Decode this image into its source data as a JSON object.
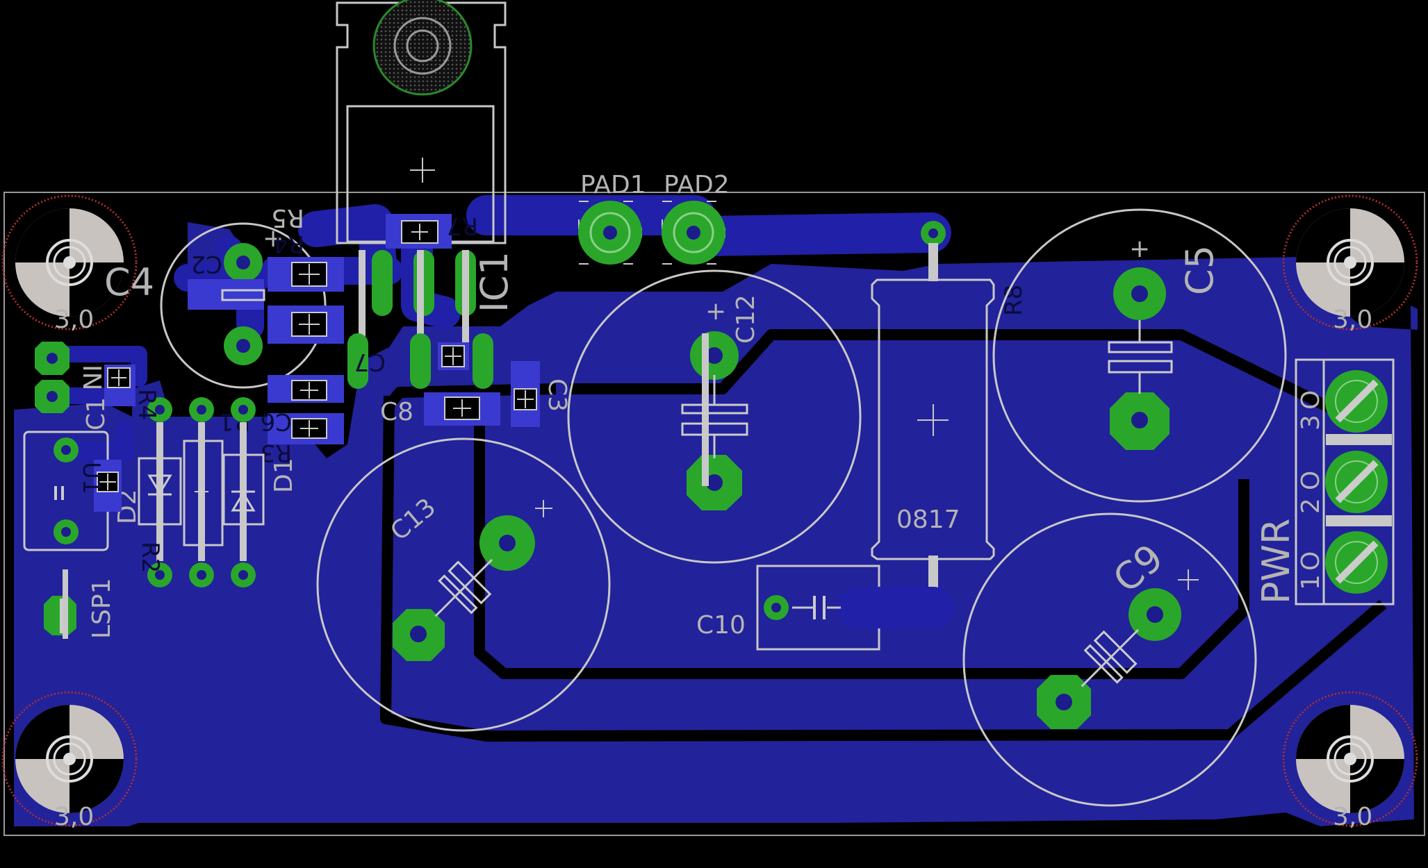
{
  "board": {
    "colors": {
      "background": "#000000",
      "copper": "#22229a",
      "copper_trace": "#2424b4",
      "pad": "#2aa72a",
      "silkscreen": "#c8c8c8",
      "hole_ring": "#c0392b",
      "outline": "#9a9a9a"
    }
  },
  "labels": {
    "pad1": "PAD1",
    "pad2": "PAD2",
    "r5": "R5",
    "r4": "R4",
    "r7": "R7",
    "ic1": "IC1",
    "c2": "C2",
    "c4": "C4",
    "c7": "C7",
    "c8": "C8",
    "c3": "C3",
    "c6": "C6",
    "r3": "R3",
    "r1": "R1",
    "d1": "D1",
    "d2": "D2",
    "r2": "R2",
    "in": "IN",
    "c1": "C1",
    "u1": "U1",
    "lsp1": "LSP1",
    "c13": "C13",
    "c12": "C12",
    "r8": "R8",
    "r8_value": "0817",
    "c10": "C10",
    "c5": "C5",
    "c9": "C9",
    "pwr": "PWR",
    "pin1": "1",
    "pin2": "2",
    "pin3": "3",
    "pin_o1": "O",
    "pin_o2": "O",
    "pin_o3": "O",
    "hole_tl": "3,0",
    "hole_tr": "3,0",
    "hole_bl": "3,0",
    "hole_br": "3,0",
    "plus": "+"
  }
}
